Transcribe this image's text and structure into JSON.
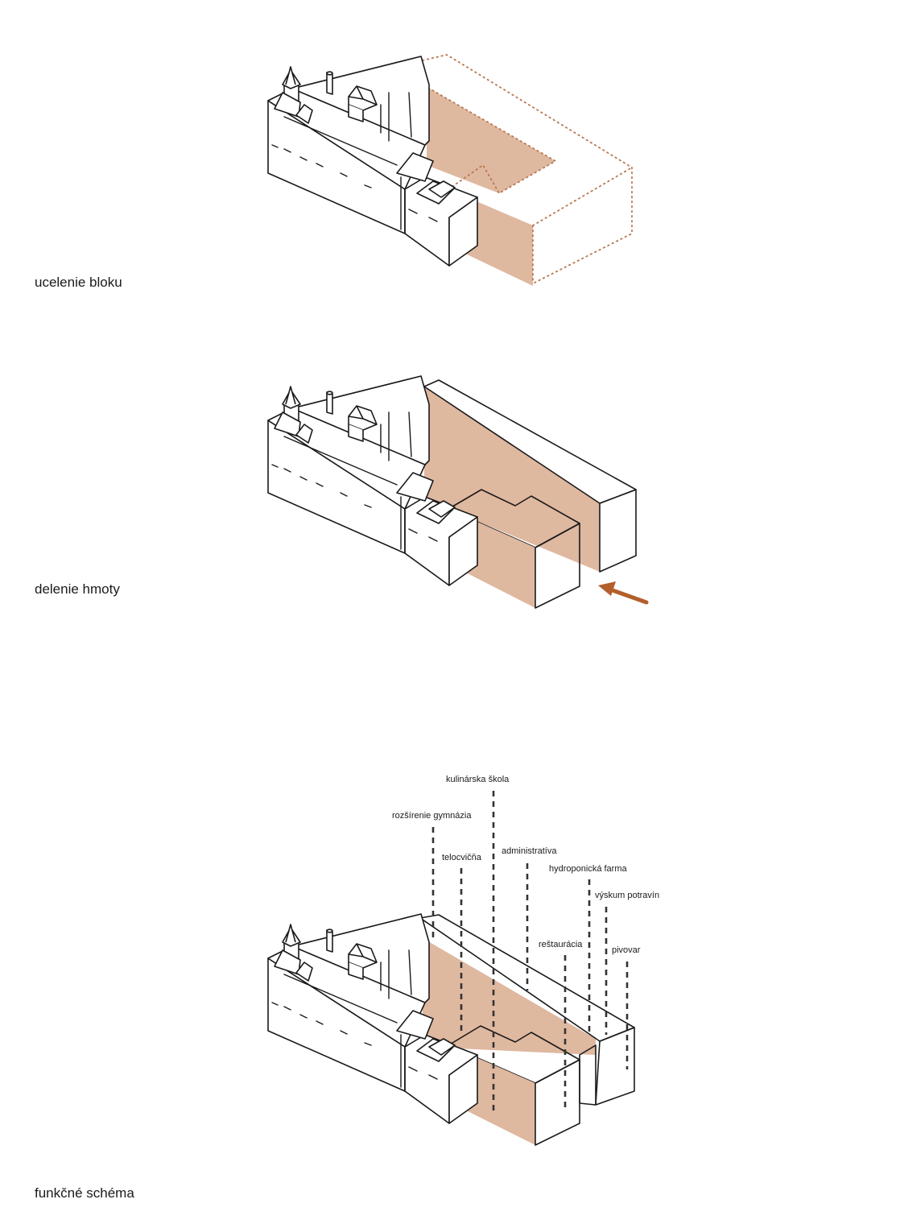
{
  "diagrams": [
    {
      "title": "ucelenie bloku"
    },
    {
      "title": "delenie hmoty"
    },
    {
      "title": "funkčné schéma"
    }
  ],
  "function_labels": [
    "kulinárska škola",
    "rozšírenie gymnázia",
    "telocvičňa",
    "administratíva",
    "hydroponická farma",
    "výskum potravín",
    "reštaurácia",
    "pivovar"
  ],
  "colors": {
    "new_volume_fill": "#dfb8a0",
    "new_volume_line": "#b9764e",
    "arrow": "#b35f2b",
    "existing_line": "#1a1a1a",
    "leader_line": "#333333"
  },
  "icons": {
    "direction_arrow": "arrow-up-left-icon",
    "tower": "tower-roof-icon",
    "chimney": "chimney-icon"
  }
}
